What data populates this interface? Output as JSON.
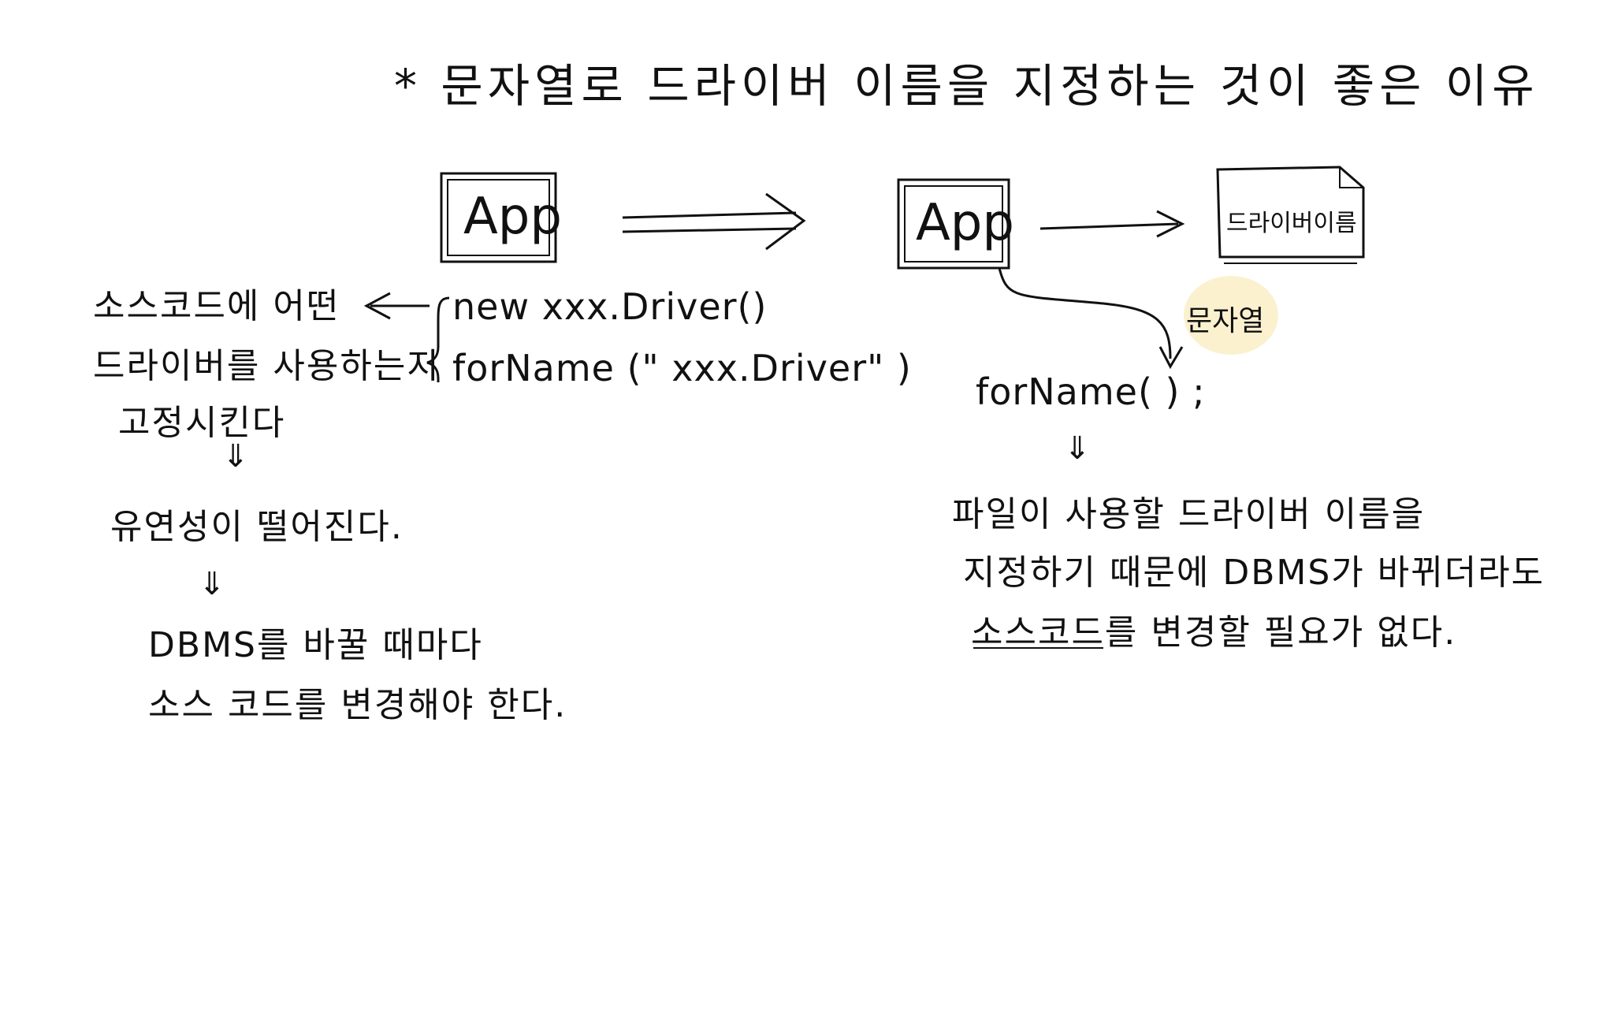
{
  "title": "* 문자열로 드라이버 이름을 지정하는 것이 좋은 이유",
  "left": {
    "app_box": "App",
    "code_line_1": "new  xxx.Driver()",
    "code_line_2": "forName (\" xxx.Driver\" )",
    "brace": "{",
    "arrow_left": "←",
    "note_1": [
      "소스코드에 어떤",
      "드라이버를 사용하는지",
      "고정시킨다"
    ],
    "down_arrow_1": "⇓",
    "note_2": "유연성이 떨어진다.",
    "down_arrow_2": "⇓",
    "note_3": [
      "DBMS를 바꿀 때마다",
      "소스 코드를 변경해야 한다."
    ]
  },
  "right": {
    "app_box": "App",
    "file_box": "드라이버이름",
    "string_label": "문자열",
    "code_line": "forName(      ) ;",
    "down_arrow": "⇓",
    "note": [
      "파일이 사용할 드라이버 이름을",
      "지정하기 때문에 DBMS가 바뀌더라도",
      "소스코드를 변경할 필요가 없다."
    ]
  },
  "colors": {
    "ink": "#111111",
    "highlight": "#fbf1cf"
  }
}
